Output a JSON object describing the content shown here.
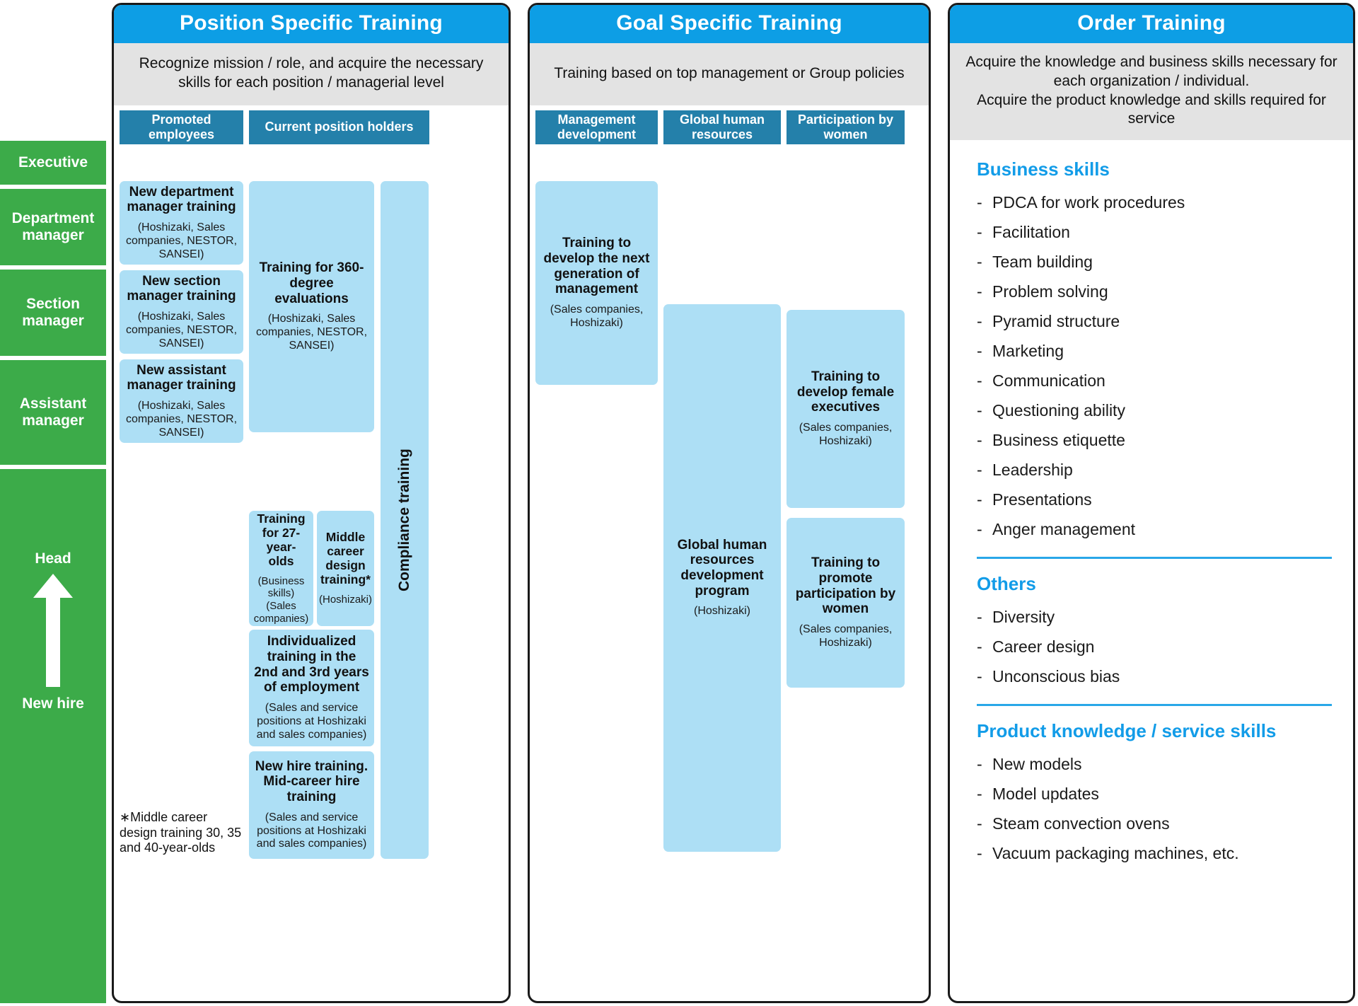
{
  "ladder": {
    "levels": [
      {
        "label": "Executive"
      },
      {
        "label": "Department\nmanager"
      },
      {
        "label": "Section\nmanager"
      },
      {
        "label": "Assistant\nmanager"
      }
    ],
    "top_label": "Head",
    "bottom_label": "New hire",
    "arrow_icon": "up-arrow-icon",
    "color": "#3cab49"
  },
  "panels": {
    "position": {
      "title": "Position Specific Training",
      "subtitle": "Recognize mission / role, and acquire the necessary skills for each position / managerial level",
      "columns": [
        {
          "label": "Promoted\nemployees"
        },
        {
          "label": "Current position holders"
        }
      ],
      "cards": [
        {
          "title": "New department manager training",
          "sub": "(Hoshizaki, Sales companies, NESTOR, SANSEI)"
        },
        {
          "title": "New section manager training",
          "sub": "(Hoshizaki, Sales companies, NESTOR, SANSEI)"
        },
        {
          "title": "New assistant manager training",
          "sub": "(Hoshizaki, Sales companies, NESTOR, SANSEI)"
        },
        {
          "title": "Training for 360-degree evaluations",
          "sub": "(Hoshizaki, Sales companies, NESTOR, SANSEI)"
        },
        {
          "title": "Training for 27-year-olds",
          "sub": "(Business skills) (Sales companies)"
        },
        {
          "title": "Middle career design training*",
          "sub": "(Hoshizaki)"
        },
        {
          "title": "Individualized training in the 2nd and 3rd years of employment",
          "sub": "(Sales and service positions at Hoshizaki and sales companies)"
        },
        {
          "title": "New hire training. Mid-career hire training",
          "sub": "(Sales and service positions at Hoshizaki and sales companies)"
        },
        {
          "title": "Compliance training",
          "sub": ""
        }
      ],
      "footnote": "∗Middle career design training 30, 35 and 40-year-olds"
    },
    "goal": {
      "title": "Goal Specific Training",
      "subtitle": "Training based on top management or Group policies",
      "columns": [
        {
          "label": "Management\ndevelopment"
        },
        {
          "label": "Global human\nresources"
        },
        {
          "label": "Participation by\nwomen"
        }
      ],
      "cards": [
        {
          "title": "Training to develop the next generation of management",
          "sub": "(Sales companies, Hoshizaki)"
        },
        {
          "title": "Global human resources development program",
          "sub": "(Hoshizaki)"
        },
        {
          "title": "Training to develop female executives",
          "sub": "(Sales companies, Hoshizaki)"
        },
        {
          "title": "Training to promote participation by women",
          "sub": "(Sales companies, Hoshizaki)"
        }
      ]
    },
    "order": {
      "title": "Order Training",
      "subtitle": "Acquire the knowledge and business skills necessary for each organization / individual.\nAcquire the product knowledge and skills required for service",
      "sections": [
        {
          "heading": "Business skills",
          "items": [
            "PDCA for work procedures",
            "Facilitation",
            "Team building",
            "Problem solving",
            "Pyramid structure",
            "Marketing",
            "Communication",
            "Questioning ability",
            "Business etiquette",
            "Leadership",
            "Presentations",
            "Anger management"
          ]
        },
        {
          "heading": "Others",
          "items": [
            "Diversity",
            "Career design",
            "Unconscious bias"
          ]
        },
        {
          "heading": "Product knowledge / service skills",
          "items": [
            "New models",
            "Model updates",
            "Steam convection ovens",
            "Vacuum packaging machines, etc."
          ]
        }
      ]
    }
  },
  "colors": {
    "header_blue": "#0d9ee5",
    "chip_blue": "#2480aa",
    "card_blue": "#addff5",
    "green": "#3cab49",
    "accent": "#129ce8",
    "subtitle_gray": "#e3e3e3"
  }
}
